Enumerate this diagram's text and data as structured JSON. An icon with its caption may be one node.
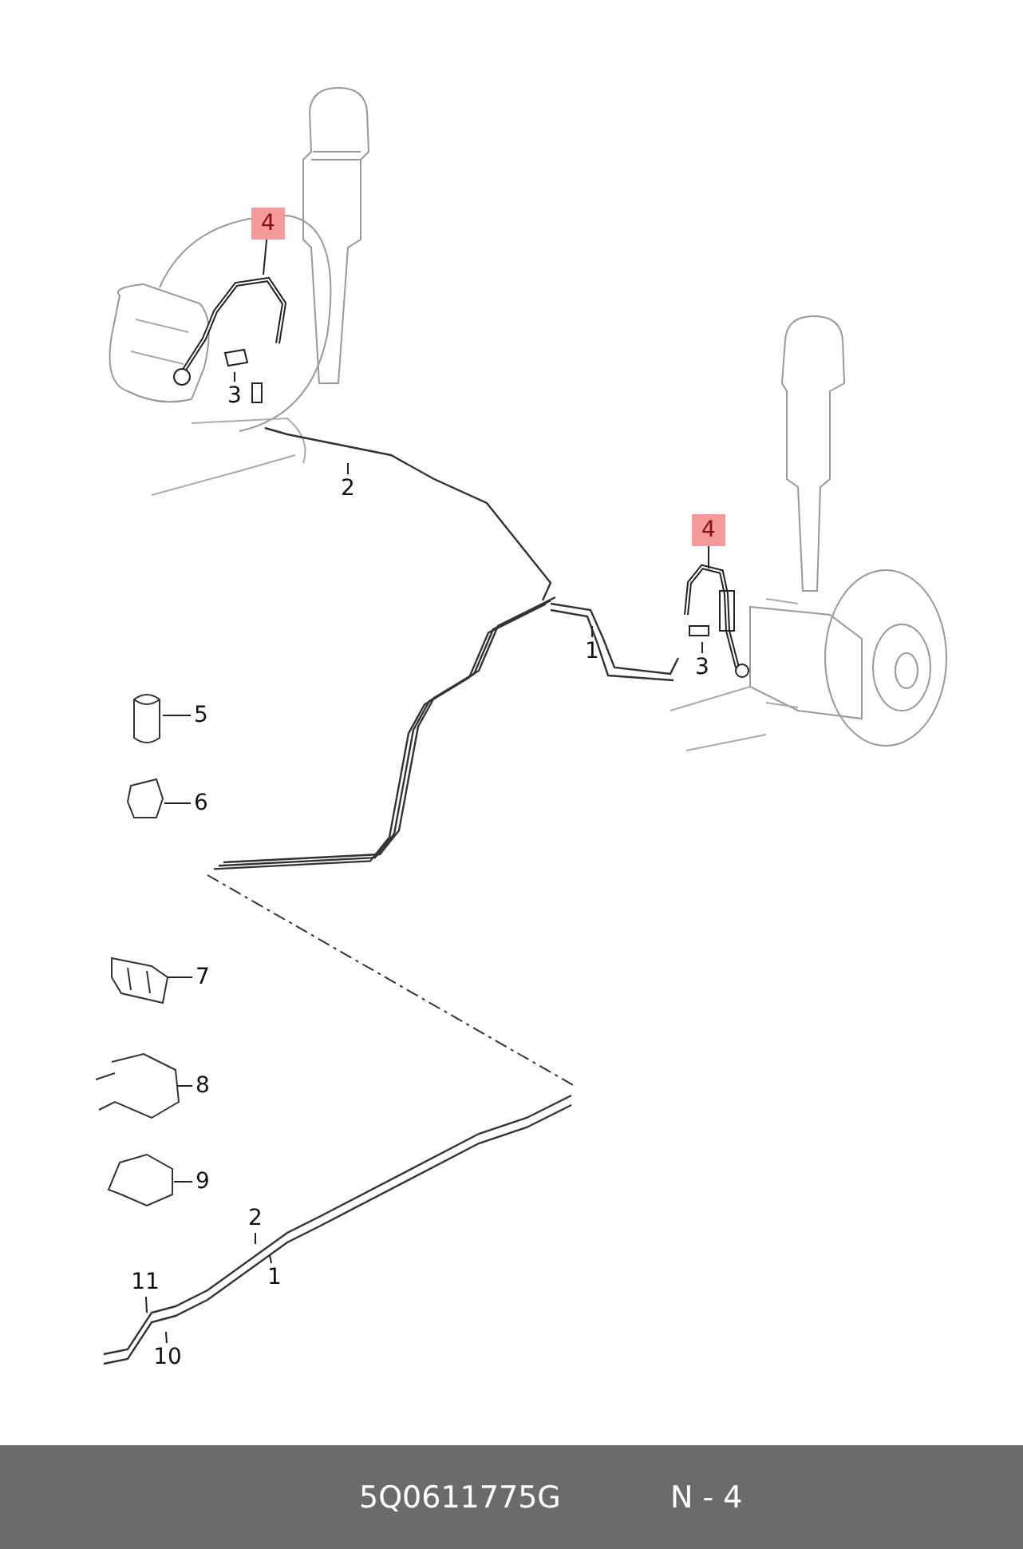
{
  "diagram": {
    "nodes": [
      {
        "text": [
          "4"
        ]
      },
      {
        "text": [
          "3"
        ]
      },
      {
        "text": [
          "2"
        ]
      },
      {
        "text": [
          "4"
        ]
      },
      {
        "text": [
          "1"
        ]
      },
      {
        "text": [
          "3"
        ]
      },
      {
        "text": [
          "5"
        ]
      },
      {
        "text": [
          "6"
        ]
      },
      {
        "text": [
          "7"
        ]
      },
      {
        "text": [
          "8"
        ]
      },
      {
        "text": [
          "9"
        ]
      },
      {
        "text": [
          "2"
        ]
      },
      {
        "text": [
          "1"
        ]
      },
      {
        "text": [
          "11"
        ]
      },
      {
        "text": [
          "10"
        ]
      }
    ],
    "edges": [
      {
        "from": 0,
        "to": null,
        "arrow": "none"
      },
      {
        "from": 1,
        "to": null,
        "arrow": "none"
      },
      {
        "from": 2,
        "to": null,
        "arrow": "none"
      },
      {
        "from": 3,
        "to": null,
        "arrow": "none"
      },
      {
        "from": 4,
        "to": null,
        "arrow": "none"
      },
      {
        "from": 5,
        "to": null,
        "arrow": "none"
      },
      {
        "from": 6,
        "to": null,
        "arrow": "none"
      },
      {
        "from": 7,
        "to": null,
        "arrow": "none"
      },
      {
        "from": 8,
        "to": null,
        "arrow": "none"
      },
      {
        "from": 9,
        "to": null,
        "arrow": "none"
      },
      {
        "from": 10,
        "to": null,
        "arrow": "none"
      },
      {
        "from": 11,
        "to": null,
        "arrow": "none"
      },
      {
        "from": 12,
        "to": null,
        "arrow": "none"
      },
      {
        "from": 13,
        "to": null,
        "arrow": "none"
      },
      {
        "from": 14,
        "to": null,
        "arrow": "none"
      }
    ],
    "labels": [
      "5Q0611775G",
      "N - 4"
    ]
  }
}
